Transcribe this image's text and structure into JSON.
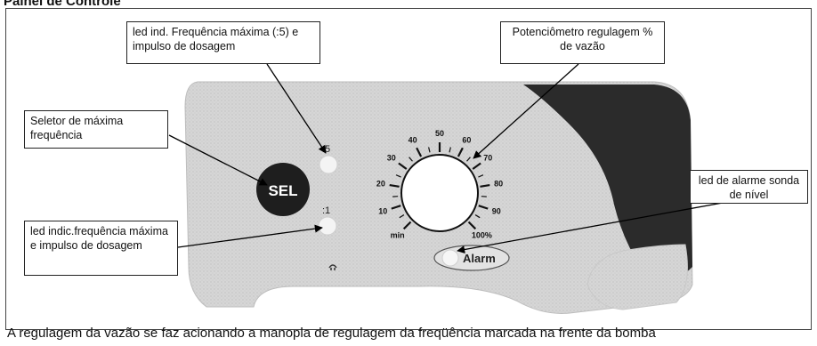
{
  "title": "Painel de Controle",
  "caption": "A regulagem da vazão se faz acionando a manopla de regulagem da freqüência marcada na frente da bomba",
  "callouts": {
    "led_max": "led ind. Frequência máxima (:5) e impulso de dosagem",
    "potentiometer": "Potenciômetro regulagem % de vazão",
    "selector": "Seletor de máxima frequência",
    "alarm_led": "led de alarme sonda de nível",
    "led_min": "led indic.frequência máxima e impulso de dosagem"
  },
  "panel": {
    "led_top_label": ":5",
    "led_bottom_label": ":1",
    "sel_label": "SEL",
    "alarm_label": "Alarm",
    "dial_ticks": [
      "min",
      "10",
      "20",
      "30",
      "40",
      "50",
      "60",
      "70",
      "80",
      "90",
      "100%"
    ]
  },
  "colors": {
    "panel": "#d4d4d4",
    "dark_wing": "#2b2b2b",
    "sel_button": "#1e1e1e"
  }
}
